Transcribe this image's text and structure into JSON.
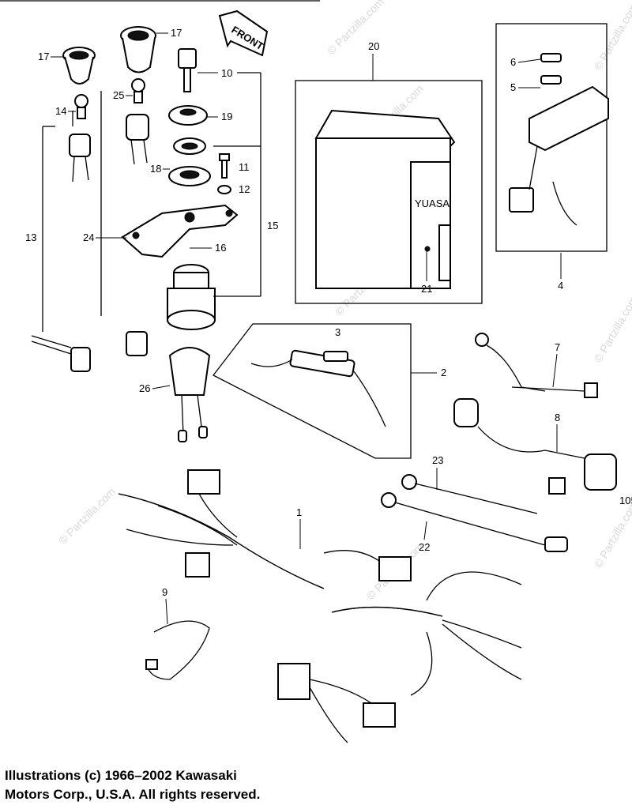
{
  "watermark": "© Partzilla.com",
  "front_arrow": "FRONT",
  "battery_label": "YUASA",
  "copyright": {
    "line1": "Illustrations (c) 1966–2002 Kawasaki",
    "line2": "Motors Corp., U.S.A.  All rights reserved."
  },
  "side_code": "105",
  "callouts": [
    "1",
    "2",
    "3",
    "4",
    "5",
    "6",
    "7",
    "8",
    "9",
    "10",
    "11",
    "12",
    "13",
    "14",
    "15",
    "16",
    "17",
    "17",
    "18",
    "19",
    "20",
    "21",
    "22",
    "23",
    "24",
    "25",
    "26"
  ]
}
